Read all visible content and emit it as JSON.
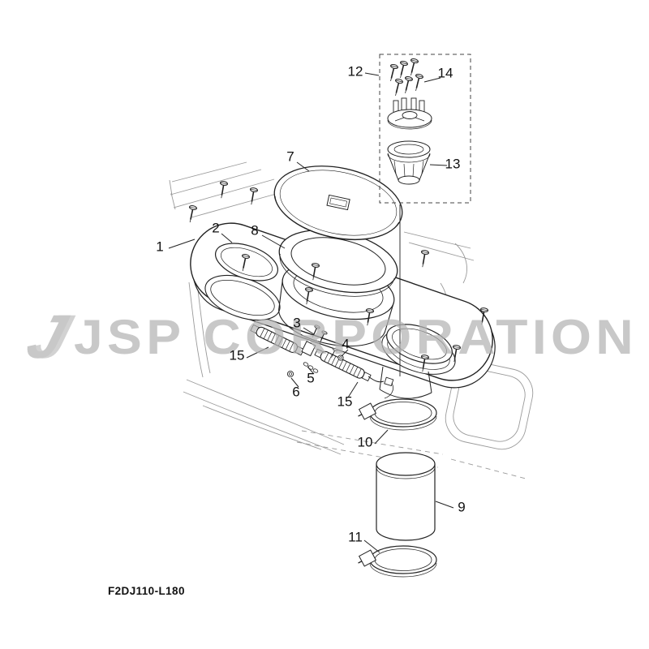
{
  "watermark": {
    "logo": "J",
    "text": "JSP CORPORATION"
  },
  "drawing": {
    "part_code": "F2DJ110-L180"
  },
  "callouts": {
    "c1": "1",
    "c2": "2",
    "c3": "3",
    "c4": "4",
    "c5": "5",
    "c6": "6",
    "c7": "7",
    "c8": "8",
    "c9": "9",
    "c10": "10",
    "c11": "11",
    "c12": "12",
    "c13": "13",
    "c14": "14",
    "c15a": "15",
    "c15b": "15"
  }
}
